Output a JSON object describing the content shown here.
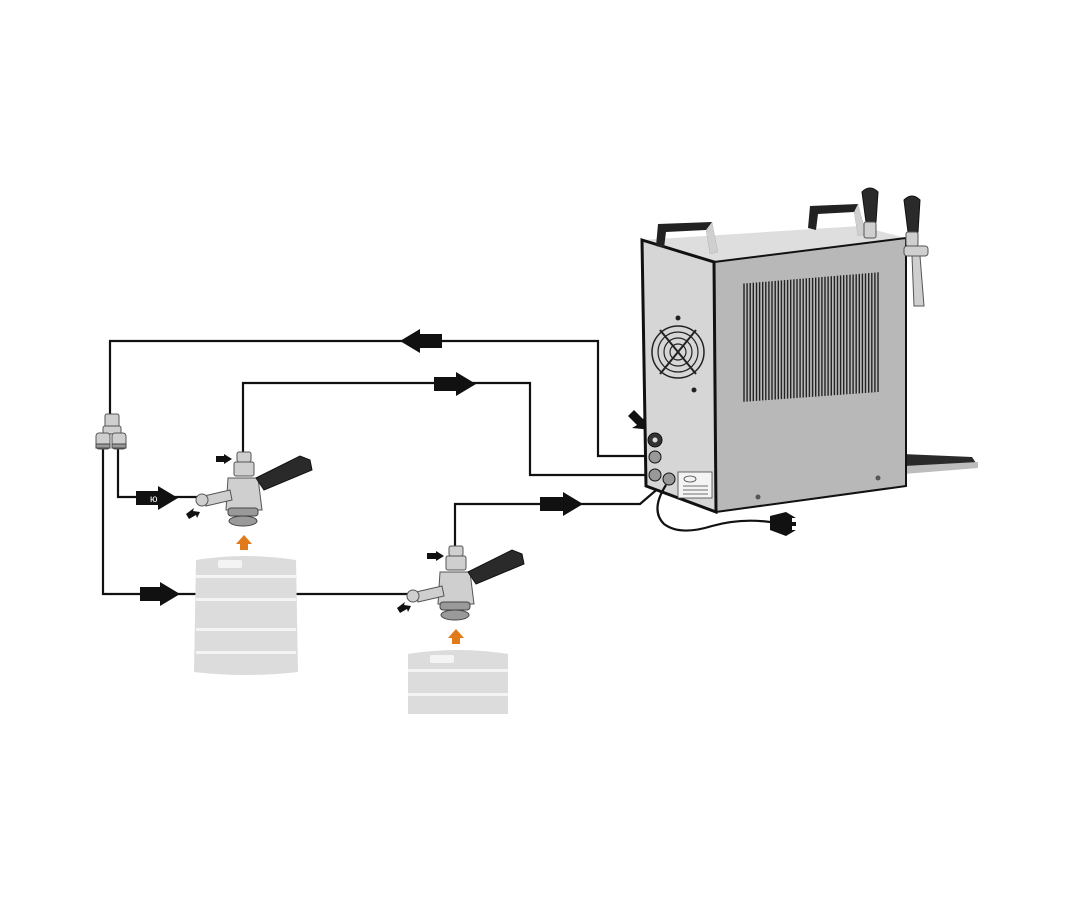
{
  "diagram": {
    "flow_label": "ю",
    "nodes": [
      {
        "name": "beer-cooler",
        "icon": "dual-tap-beer-cooler-icon"
      },
      {
        "name": "gas-splitter",
        "icon": "t-connector-icon"
      },
      {
        "name": "keg-coupler-1",
        "icon": "keg-coupler-icon"
      },
      {
        "name": "keg-coupler-2",
        "icon": "keg-coupler-icon"
      },
      {
        "name": "keg-1",
        "icon": "keg-icon"
      },
      {
        "name": "keg-2",
        "icon": "keg-icon"
      },
      {
        "name": "power-plug",
        "icon": "power-plug-icon"
      }
    ],
    "colors": {
      "line": "#111111",
      "orange_arrow": "#e07a1a",
      "keg": "#dcdcdc",
      "cooler": "#b8b8b8"
    }
  }
}
